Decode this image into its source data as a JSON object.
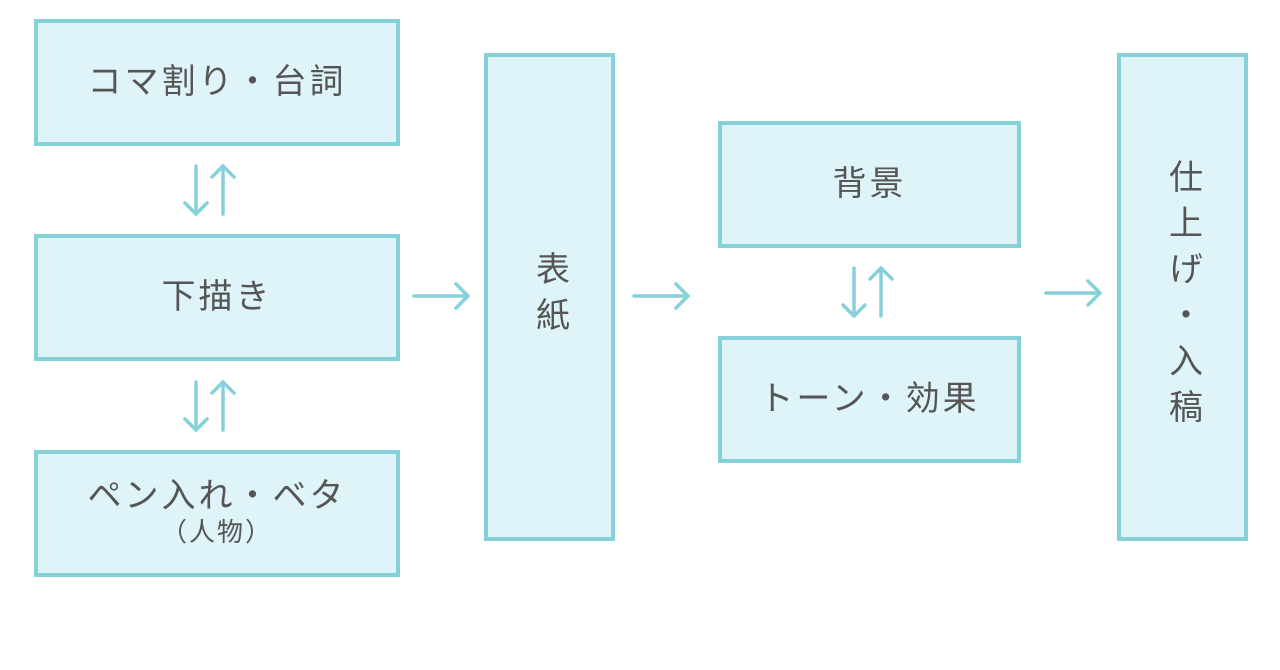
{
  "flow": {
    "koma": "コマ割り・台詞",
    "shitagaki": "下描き",
    "penire": "ペン入れ・ベタ",
    "penire_sub": "（人物）",
    "hyoushi": "表紙",
    "haikei": "背景",
    "tone": "トーン・効果",
    "shiage": "仕上げ・入稿"
  },
  "colors": {
    "box_fill": "#dff4f8",
    "box_border": "#86d0d9",
    "arrow": "#86d0d9",
    "text": "#555555"
  }
}
